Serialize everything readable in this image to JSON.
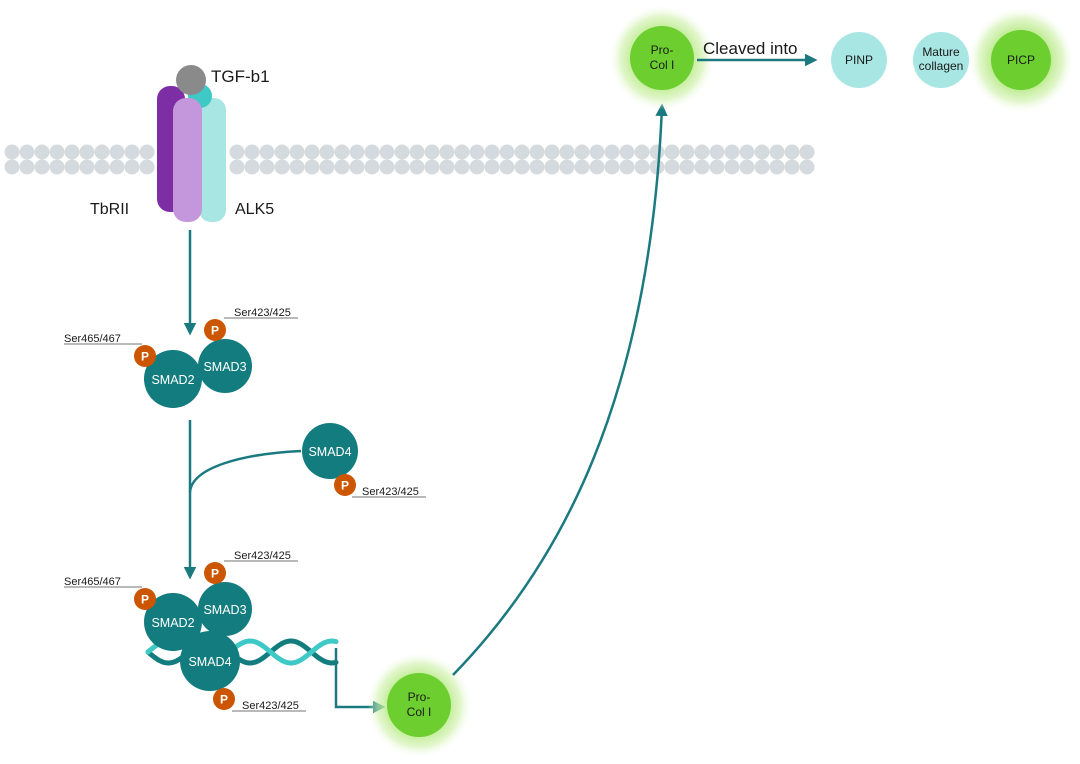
{
  "labels": {
    "ligand": "TGF-b1",
    "receptor_left": "TbRII",
    "receptor_right": "ALK5",
    "cleaved": "Cleaved into"
  },
  "smad": {
    "smad2": "SMAD2",
    "smad3": "SMAD3",
    "smad4": "SMAD4",
    "phospho": "P",
    "site_smad2": "Ser465/467",
    "site_smad3": "Ser423/425",
    "site_smad4": "Ser423/425"
  },
  "procol": {
    "line1": "Pro-",
    "line2": "Col I"
  },
  "products": {
    "pinp": "PINP",
    "mature_line1": "Mature",
    "mature_line2": "collagen",
    "picp": "PICP"
  },
  "colors": {
    "teal": "#137c7f",
    "arrow": "#1b7a80",
    "phospho": "#cc5500",
    "purple_dark": "#7d2ea4",
    "purple_light": "#c497dc",
    "aqua": "#a8e6e3",
    "green": "#6ccf2f",
    "glow": "#b8ea88",
    "lipid": "#d4dadd",
    "ligand": "#8a8a8a",
    "dna_a": "#137c7f",
    "dna_b": "#3fc9c6"
  }
}
